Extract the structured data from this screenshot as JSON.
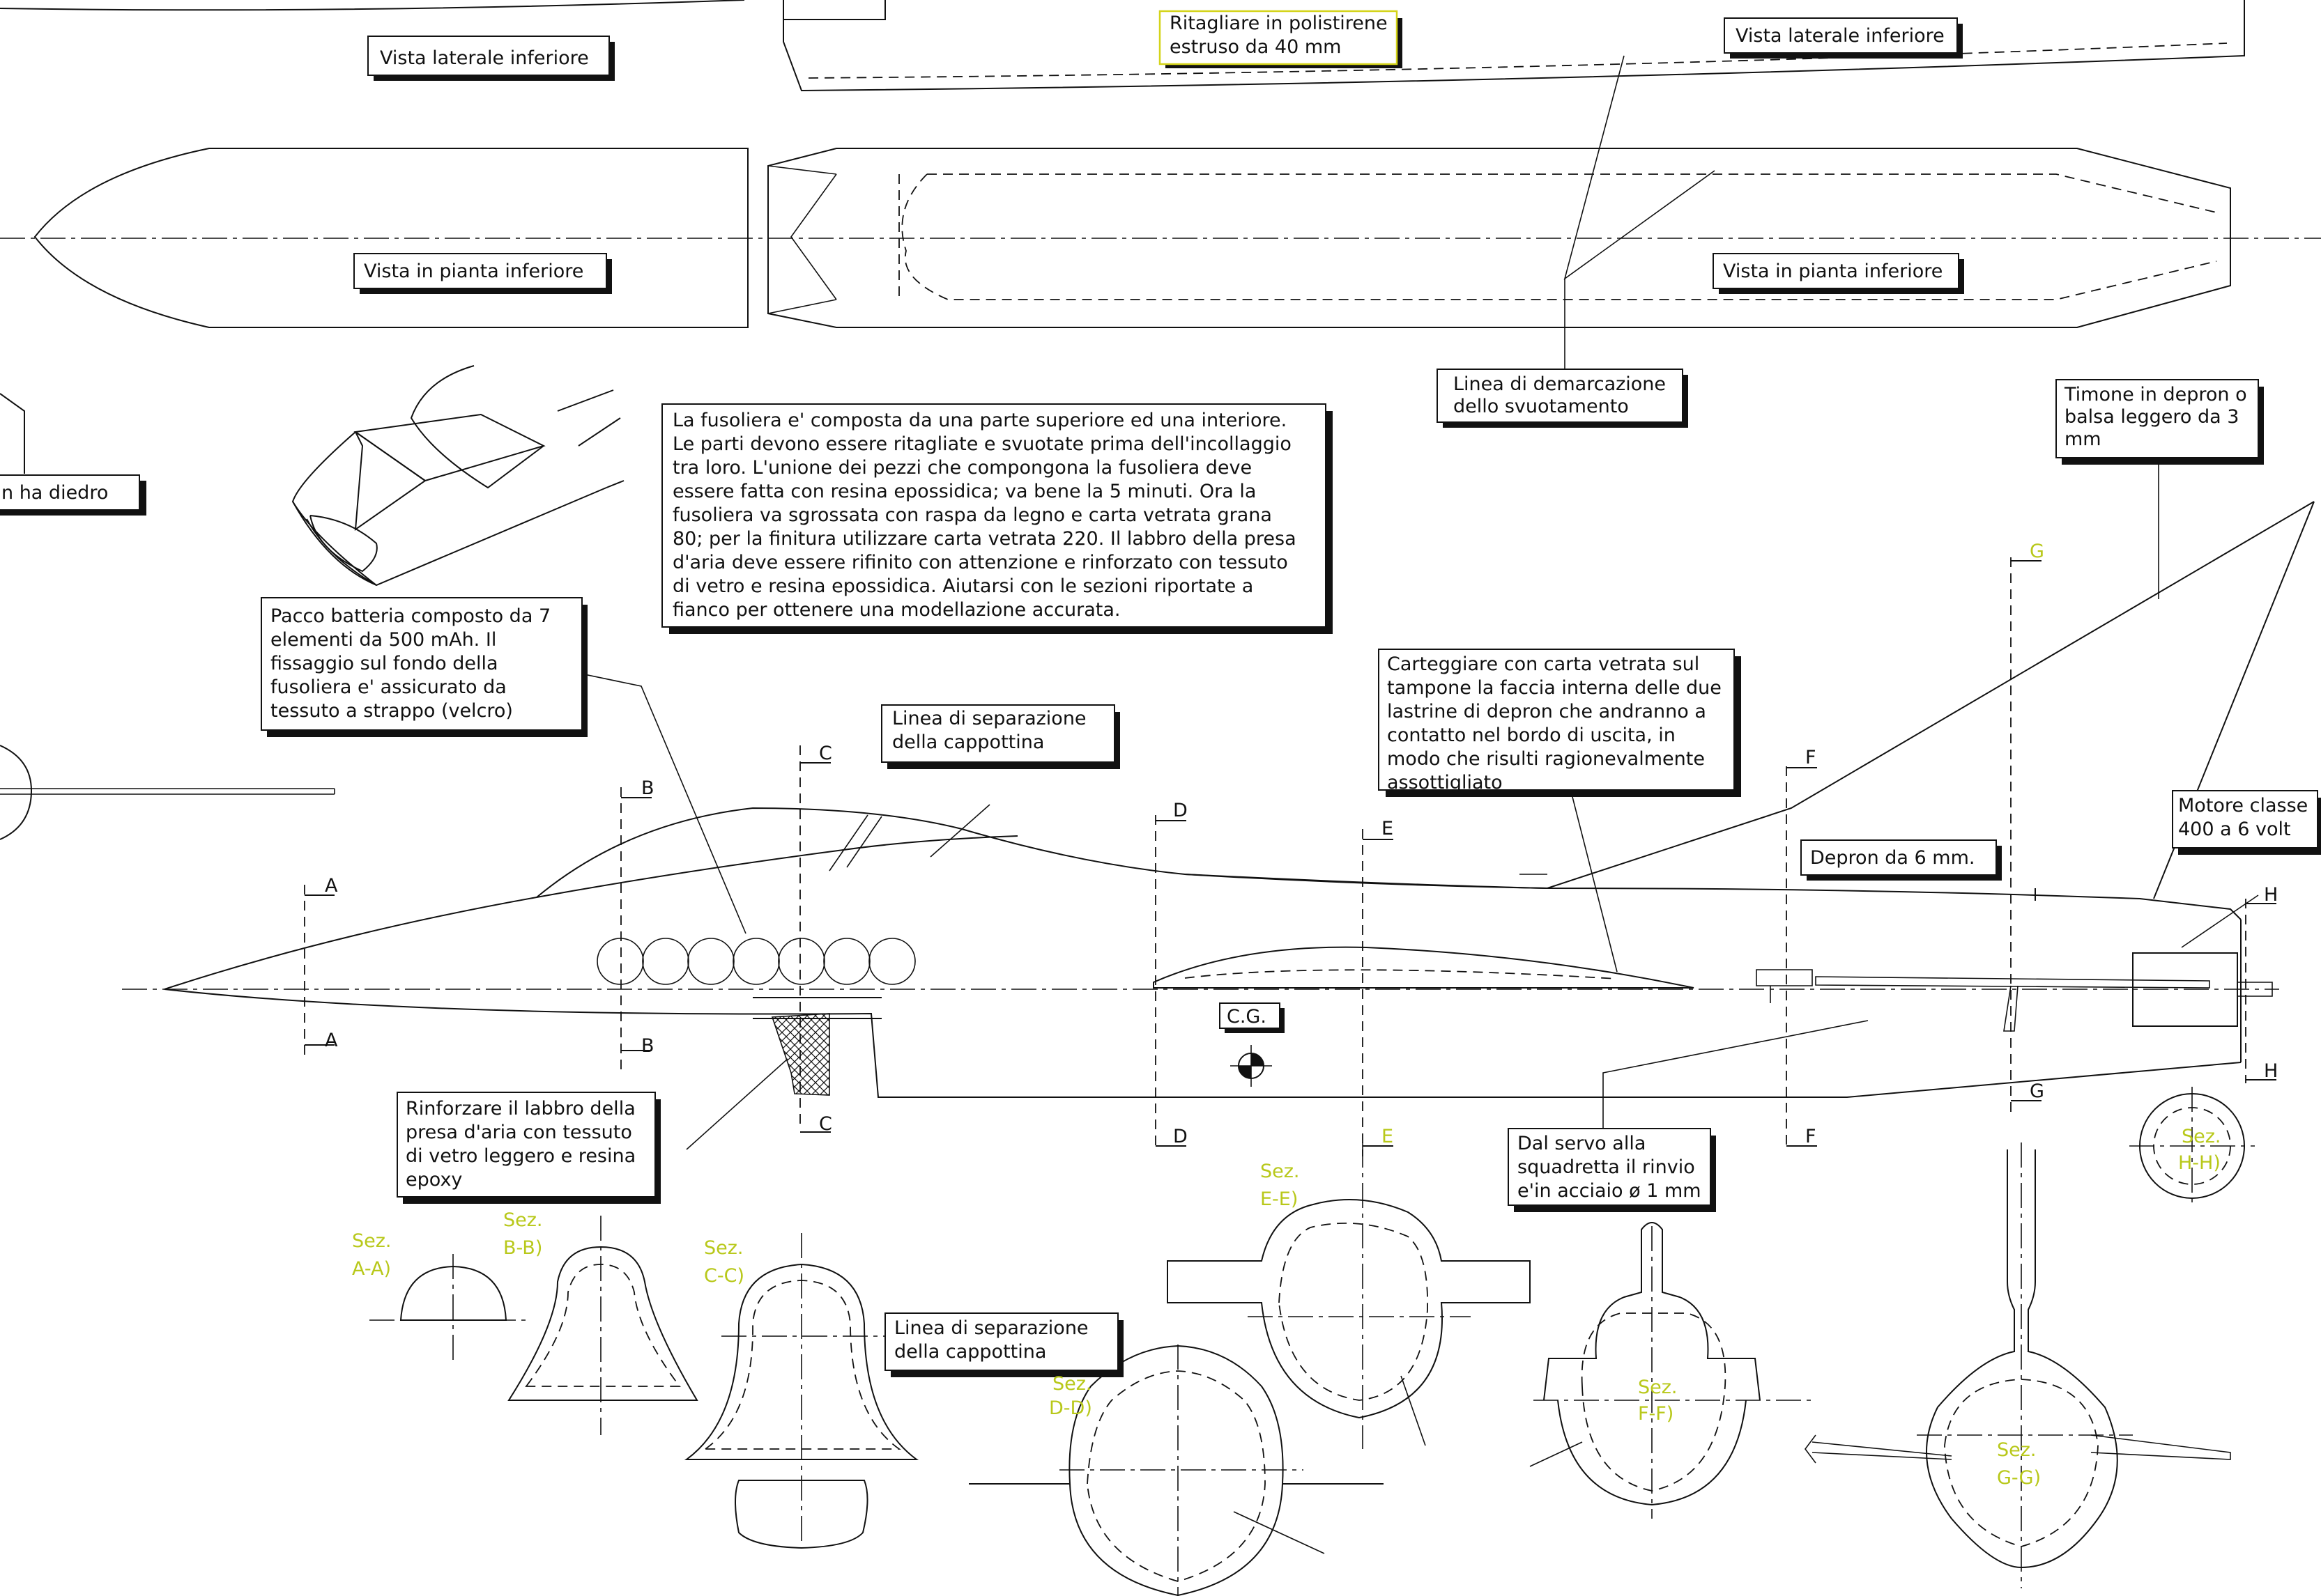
{
  "colors": {
    "line": "#111111",
    "section_label": "#b8c81a",
    "highlight_box": "#d4d41a",
    "background": "#ffffff"
  },
  "views": {
    "side_lower_left": "Vista laterale inferiore",
    "side_lower_right": "Vista laterale inferiore",
    "plan_lower_left": "Vista in pianta inferiore",
    "plan_lower_right": "Vista in pianta inferiore"
  },
  "notes": {
    "polystyrene": [
      "Ritagliare in polistirene",
      "estruso da 40 mm"
    ],
    "demarcation": [
      "Linea di demarcazione",
      "dello svuotamento"
    ],
    "dihedral": "n ha diedro",
    "fuselage": [
      "La fusoliera e' composta da una parte superiore ed una interiore.",
      "Le parti devono essere ritagliate e svuotate prima dell'incollaggio",
      "tra loro. L'unione dei pezzi che compongona la fusoliera deve",
      "essere fatta con resina epossidica; va bene la 5 minuti. Ora la",
      "fusoliera va sgrossata con raspa da legno e carta vetrata grana",
      "80; per la finitura utilizzare carta vetrata 220. Il labbro della presa",
      "d'aria deve essere rifinito con attenzione e rinforzato con tessuto",
      "di vetro e resina epossidica. Aiutarsi con le sezioni riportate a",
      "fianco per ottenere una modellazione accurata."
    ],
    "rudder": [
      "Timone in depron o",
      "balsa leggero da 3",
      "mm"
    ],
    "battery": [
      "Pacco batteria composto da 7",
      "elementi da 500 mAh. Il",
      "fissaggio sul fondo della",
      "fusoliera e' assicurato da",
      "tessuto a strappo (velcro)"
    ],
    "canopy_separation": [
      "Linea di separazione",
      "della cappottina"
    ],
    "sanding": [
      "Carteggiare con carta vetrata sul",
      "tampone la faccia interna delle due",
      "lastrine di depron che andranno a",
      "contatto nel bordo di uscita, in",
      "modo che risulti ragionevalmente",
      "assottigliato"
    ],
    "motor": [
      "Motore classe",
      "400 a 6 volt"
    ],
    "depron": "Depron da 6 mm.",
    "cg": "C.G.",
    "intake": [
      "Rinforzare il labbro della",
      "presa d'aria con tessuto",
      "di vetro leggero e resina",
      "epoxy"
    ],
    "servo": [
      "Dal servo alla",
      "squadretta il rinvio",
      "e'in acciaio ø 1 mm"
    ],
    "canopy_separation_2": [
      "Linea di separazione",
      "della cappottina"
    ]
  },
  "section_letters": [
    "A",
    "B",
    "C",
    "D",
    "E",
    "F",
    "G",
    "H"
  ],
  "sections": [
    {
      "top": "Sez.",
      "bottom": "A-A)"
    },
    {
      "top": "Sez.",
      "bottom": "B-B)"
    },
    {
      "top": "Sez.",
      "bottom": "C-C)"
    },
    {
      "top": "Sez.",
      "bottom": "D-D)"
    },
    {
      "top": "Sez.",
      "bottom": "E-E)"
    },
    {
      "top": "Sez.",
      "bottom": "F-F)"
    },
    {
      "top": "Sez.",
      "bottom": "G-G)"
    },
    {
      "top": "Sez.",
      "bottom": "H-H)"
    }
  ]
}
